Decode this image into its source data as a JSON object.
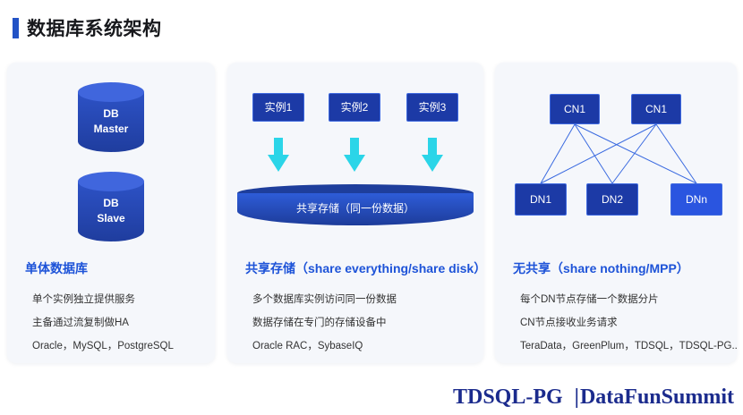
{
  "header": {
    "title": "数据库系统架构"
  },
  "panel_single": {
    "heading": "单体数据库",
    "cylinders": [
      {
        "line1": "DB",
        "line2": "Master"
      },
      {
        "line1": "DB",
        "line2": "Slave"
      }
    ],
    "bullets": [
      "单个实例独立提供服务",
      "主备通过流复制做HA",
      "Oracle，MySQL，PostgreSQL"
    ]
  },
  "panel_shared": {
    "heading": "共享存储（share everything/share disk）",
    "instances": [
      "实例1",
      "实例2",
      "实例3"
    ],
    "storage_label": "共享存储（同一份数据）",
    "bullets": [
      "多个数据库实例访问同一份数据",
      "数据存储在专门的存储设备中",
      "Oracle RAC，SybaseIQ"
    ]
  },
  "panel_nothing": {
    "heading": "无共享（share nothing/MPP）",
    "cn_nodes": [
      "CN1",
      "CN1"
    ],
    "dn_nodes": [
      "DN1",
      "DN2",
      "DNn"
    ],
    "bullets": [
      "每个DN节点存储一个数据分片",
      "CN节点接收业务请求",
      "TeraData，GreenPlum，TDSQL，TDSQL-PG....."
    ]
  },
  "footer": {
    "left": "TDSQL-PG",
    "separator": "|",
    "right": "DataFunSummit"
  },
  "colors": {
    "accent_blue": "#1d53d8",
    "node_fill": "#1c3aa6",
    "node_border": "#3f6ae0",
    "arrow_cyan": "#2bd5e8",
    "footer_navy": "#1b2b8d",
    "panel_bg": "#f5f7fb"
  }
}
